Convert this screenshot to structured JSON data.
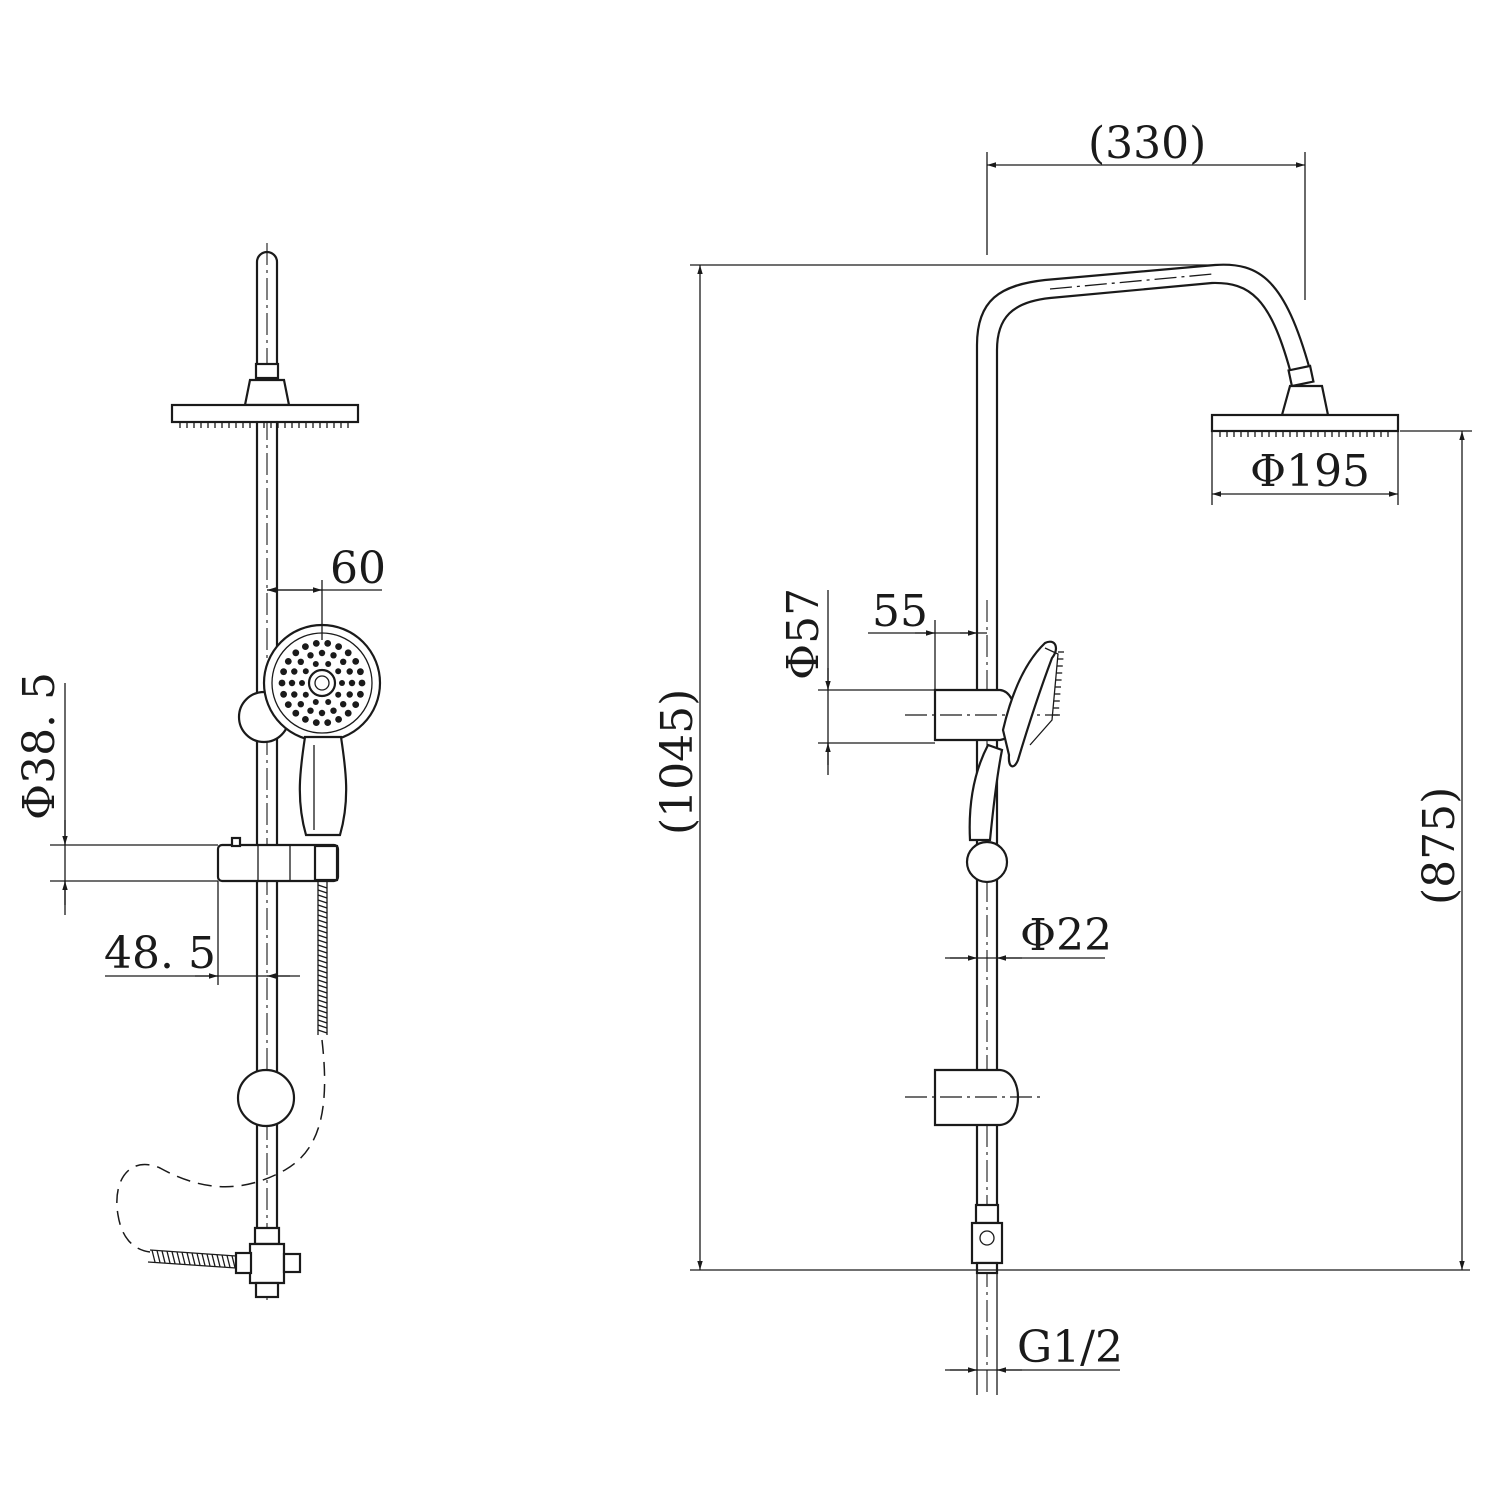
{
  "drawing": {
    "palette": {
      "line": "#1a1a1a",
      "background": "#ffffff"
    },
    "side_view": {
      "dimensions": {
        "handshower_offset": "60",
        "holder_diameter": "Φ38. 5",
        "holder_offset": "48. 5"
      }
    },
    "front_view": {
      "dimensions": {
        "arm_reach": "(330)",
        "head_diameter": "Φ195",
        "total_height": "(1045)",
        "head_height": "(875)",
        "holder_diameter": "Φ57",
        "holder_offset": "55",
        "rail_diameter": "Φ22",
        "inlet_thread": "G1/2"
      }
    }
  }
}
